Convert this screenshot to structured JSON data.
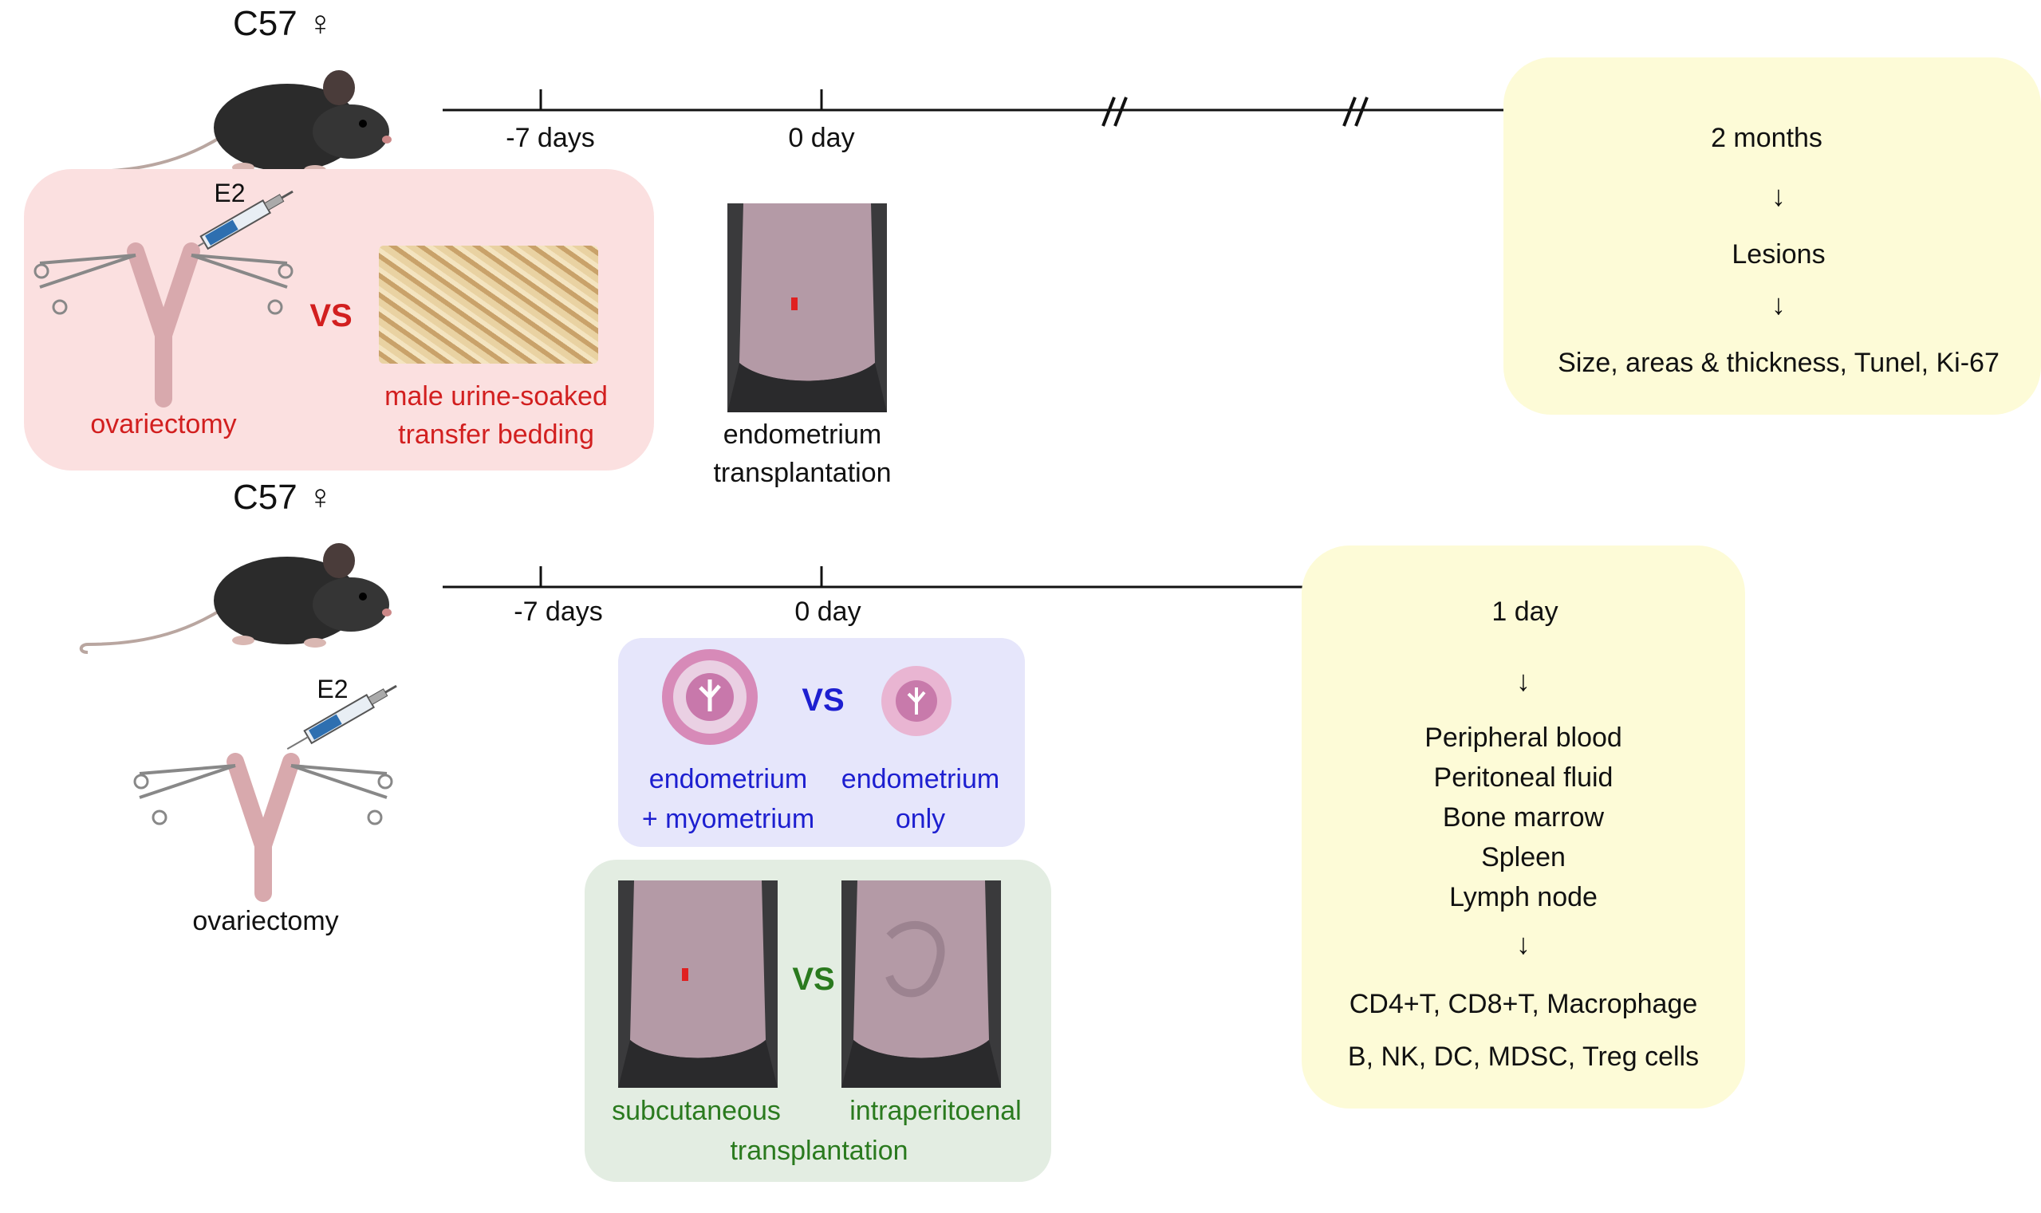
{
  "panel1": {
    "strain_label": "C57 ♀",
    "timeline": {
      "ticks": [
        "-7 days",
        "0 day"
      ],
      "end_label": "2 months"
    },
    "left_box": {
      "e2_label": "E2",
      "ovariectomy_label": "ovariectomy",
      "vs_label": "VS",
      "bedding_line1": "male urine-soaked",
      "bedding_line2": "transfer bedding"
    },
    "transplant_line1": "endometrium",
    "transplant_line2": "transplantation",
    "results": {
      "arrow1": "↓",
      "lesions": "Lesions",
      "arrow2": "↓",
      "measures": "Size, areas & thickness, Tunel, Ki-67"
    }
  },
  "panel2": {
    "strain_label": "C57 ♀",
    "timeline": {
      "ticks": [
        "-7 days",
        "0 day"
      ],
      "end_label": "1 day"
    },
    "e2_label": "E2",
    "ovariectomy_label": "ovariectomy",
    "tissue_box": {
      "vs_label": "VS",
      "left_line1": "endometrium",
      "left_line2": "+ myometrium",
      "right_line1": "endometrium",
      "right_line2": "only"
    },
    "site_box": {
      "vs_label": "VS",
      "left": "subcutaneous",
      "right": "intraperitoenal",
      "bottom": "transplantation"
    },
    "results": {
      "arrow1": "↓",
      "samples": [
        "Peripheral blood",
        "Peritoneal fluid",
        "Bone marrow",
        "Spleen",
        "Lymph node"
      ],
      "arrow2": "↓",
      "cells_line1": "CD4+T, CD8+T, Macrophage",
      "cells_line2": "B, NK, DC, MDSC, Treg cells"
    }
  },
  "colors": {
    "pink_panel": "#fbe0e0",
    "yellow_panel": "#fdfbd7",
    "lavender_panel": "#e6e6fb",
    "green_panel": "#e3ede2",
    "red_text": "#d21f1f",
    "blue_text": "#1d1fd0",
    "green_text": "#2a7a1e"
  }
}
